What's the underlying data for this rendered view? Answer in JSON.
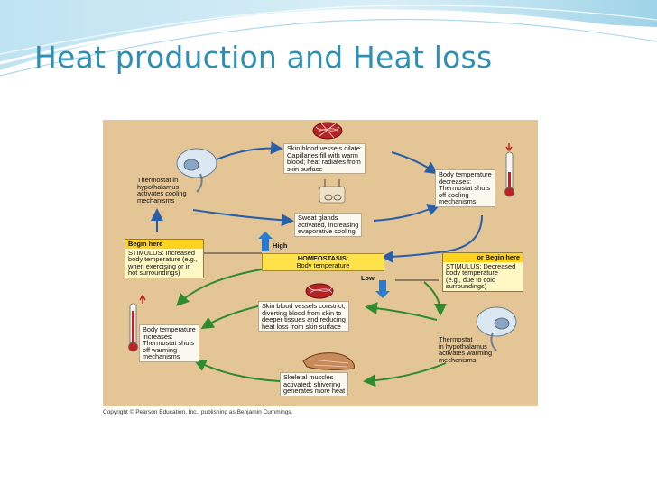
{
  "slide": {
    "title": "Heat production and Heat loss"
  },
  "figure": {
    "copyright": "Copyright © Pearson Education, Inc., publishing as Benjamin Cummings.",
    "homeostasis": {
      "title": "HOMEOSTASIS:",
      "subtitle": "Body temperature",
      "high": "High",
      "low": "Low"
    },
    "upper_loop": {
      "thermostat": [
        "Thermostat in",
        "hypothalamus",
        "activates cooling",
        "mechanisms"
      ],
      "skin_vessels": [
        "Skin blood vessels dilate:",
        "Capillaries fill with warm",
        "blood; heat radiates from",
        "skin surface"
      ],
      "sweat": [
        "Sweat glands",
        "activated, increasing",
        "evaporative cooling"
      ],
      "body_temp": [
        "Body temperature",
        "decreases:",
        "Thermostat shuts",
        "off cooling",
        "mechanisms"
      ]
    },
    "lower_loop": {
      "vessels_constrict": [
        "Skin blood vessels constrict,",
        "diverting blood from skin to",
        "deeper tissues and reducing",
        "heat loss from skin surface"
      ],
      "thermostat": [
        "Thermostat",
        "in hypothalamus",
        "activates warming",
        "mechanisms"
      ],
      "skeletal": [
        "Skeletal muscles",
        "activated; shivering",
        "generates more heat"
      ],
      "body_temp": [
        "Body temperature",
        "increases:",
        "Thermostat shuts",
        "off warming",
        "mechanisms"
      ]
    },
    "stimulus_high": {
      "header": "Begin here",
      "lines": [
        "STIMULUS: Increased",
        "body temperature (e.g.,",
        "when exercising or in",
        "hot surroundings)"
      ]
    },
    "stimulus_low": {
      "header": "or Begin here",
      "lines": [
        "STIMULUS: Decreased",
        "body temperature",
        "(e.g., due to cold",
        "surroundings)"
      ]
    }
  },
  "colors": {
    "title": "#2e8fb4",
    "figure_bg": "#e4c696",
    "cooling_arrow": "#2a5fa8",
    "warming_arrow": "#2e8b2e",
    "highlight": "#ffd21e"
  }
}
